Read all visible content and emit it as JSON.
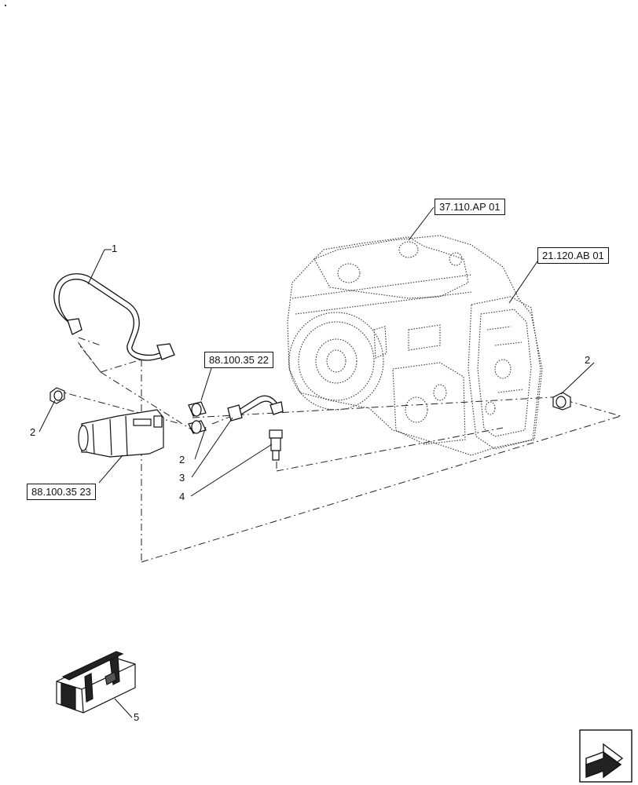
{
  "references": {
    "ref_top": "37.110.AP 01",
    "ref_right": "21.120.AB 01",
    "ref_mid": "88.100.35 22",
    "ref_left": "88.100.35 23"
  },
  "callouts": {
    "pipe": "1",
    "plug_left": "2",
    "plug_right": "2",
    "plug_mid": "2",
    "fitting": "3",
    "sensor": "4",
    "kit": "5"
  }
}
